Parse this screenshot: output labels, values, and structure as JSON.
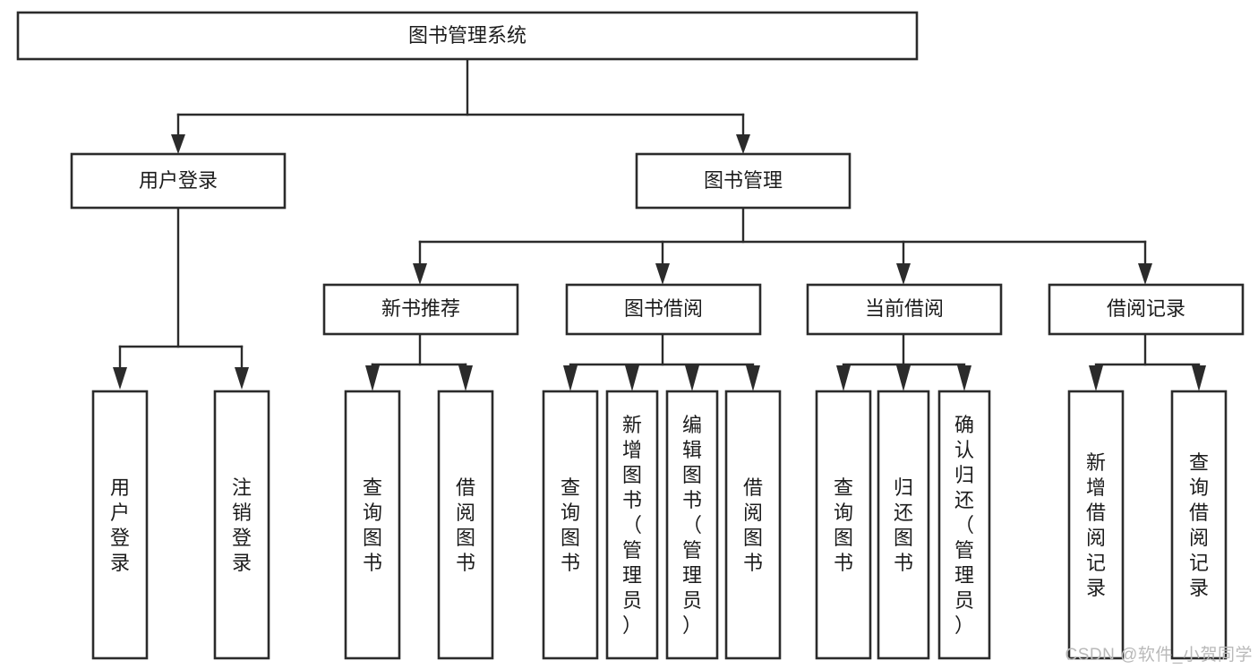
{
  "diagram": {
    "title": "图书管理系统",
    "type": "hierarchy-tree",
    "watermark": "CSDN @软件_小贺同学",
    "colors": {
      "box_stroke": "#2b2b2b",
      "box_fill": "#ffffff",
      "text": "#1c1c1c",
      "connector": "#2b2b2b",
      "background": "#ffffff",
      "watermark": "#b9b9b9"
    },
    "root": {
      "label": "图书管理系统",
      "orientation": "horizontal"
    },
    "level2": [
      {
        "label": "用户登录",
        "orientation": "horizontal"
      },
      {
        "label": "图书管理",
        "orientation": "horizontal"
      }
    ],
    "level3": [
      {
        "label": "新书推荐",
        "orientation": "horizontal"
      },
      {
        "label": "图书借阅",
        "orientation": "horizontal"
      },
      {
        "label": "当前借阅",
        "orientation": "horizontal"
      },
      {
        "label": "借阅记录",
        "orientation": "horizontal"
      }
    ],
    "leaves": {
      "user_login": [
        {
          "label": "用户登录",
          "orientation": "vertical"
        },
        {
          "label": "注销登录",
          "orientation": "vertical"
        }
      ],
      "new_book_recommend": [
        {
          "label": "查询图书",
          "orientation": "vertical"
        },
        {
          "label": "借阅图书",
          "orientation": "vertical"
        }
      ],
      "book_borrow": [
        {
          "label": "查询图书",
          "orientation": "vertical"
        },
        {
          "label": "新增图书（管理员）",
          "orientation": "vertical"
        },
        {
          "label": "编辑图书（管理员）",
          "orientation": "vertical"
        },
        {
          "label": "借阅图书",
          "orientation": "vertical"
        }
      ],
      "current_borrow": [
        {
          "label": "查询图书",
          "orientation": "vertical"
        },
        {
          "label": "归还图书",
          "orientation": "vertical"
        },
        {
          "label": "确认归还（管理员）",
          "orientation": "vertical"
        }
      ],
      "borrow_record": [
        {
          "label": "新增借阅记录",
          "orientation": "vertical"
        },
        {
          "label": "查询借阅记录",
          "orientation": "vertical"
        }
      ]
    }
  }
}
